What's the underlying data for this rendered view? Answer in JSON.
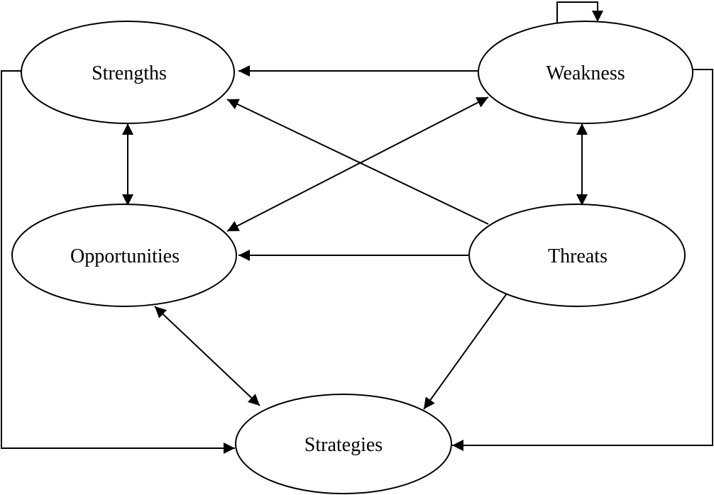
{
  "diagram": {
    "nodes": {
      "strengths": {
        "label": "Strengths"
      },
      "weakness": {
        "label": "Weakness"
      },
      "opportunities": {
        "label": "Opportunities"
      },
      "threats": {
        "label": "Threats"
      },
      "strategies": {
        "label": "Strategies"
      }
    },
    "edges": [
      {
        "from": "weakness",
        "to": "strengths",
        "direction": "one-way"
      },
      {
        "from": "threats",
        "to": "strengths",
        "direction": "one-way"
      },
      {
        "from": "opportunities",
        "to": "weakness",
        "direction": "two-way"
      },
      {
        "from": "threats",
        "to": "opportunities",
        "direction": "one-way"
      },
      {
        "from": "strengths",
        "to": "opportunities",
        "direction": "two-way"
      },
      {
        "from": "weakness",
        "to": "threats",
        "direction": "two-way"
      },
      {
        "from": "opportunities",
        "to": "strategies",
        "direction": "two-way"
      },
      {
        "from": "threats",
        "to": "strategies",
        "direction": "one-way"
      },
      {
        "from": "strengths",
        "to": "strategies",
        "direction": "one-way"
      },
      {
        "from": "weakness",
        "to": "strategies",
        "direction": "one-way"
      },
      {
        "from": "weakness",
        "to": "weakness",
        "direction": "self-loop"
      }
    ],
    "colors": {
      "stroke": "#000000",
      "background": "#ffffff"
    }
  }
}
